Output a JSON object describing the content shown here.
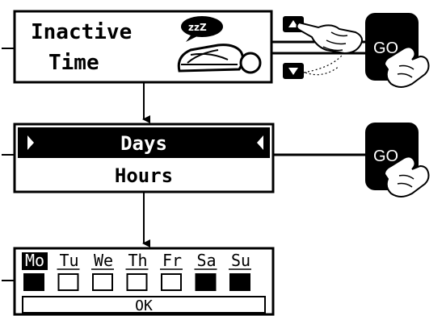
{
  "screen1": {
    "line1": "Inactive",
    "line2": "Time",
    "sleep_badge": "zzZ"
  },
  "screen2": {
    "selected_option": "Days",
    "other_option": "Hours"
  },
  "screen3": {
    "days": [
      {
        "label": "Mo",
        "active": true
      },
      {
        "label": "Tu",
        "active": false
      },
      {
        "label": "We",
        "active": false
      },
      {
        "label": "Th",
        "active": false
      },
      {
        "label": "Fr",
        "active": false
      },
      {
        "label": "Sa",
        "active": true
      },
      {
        "label": "Su",
        "active": true
      }
    ],
    "ok_label": "OK"
  },
  "go_buttons": [
    {
      "label": "GO"
    },
    {
      "label": "GO"
    }
  ],
  "icons": {
    "sleep": "sleeping-computer-mouse-icon",
    "arrow_up": "up-arrow-button-icon",
    "arrow_down": "down-arrow-button-icon",
    "hand": "pressing-hand-icon",
    "cursor_left": "selection-cursor-left-icon",
    "cursor_right": "selection-cursor-right-icon"
  }
}
